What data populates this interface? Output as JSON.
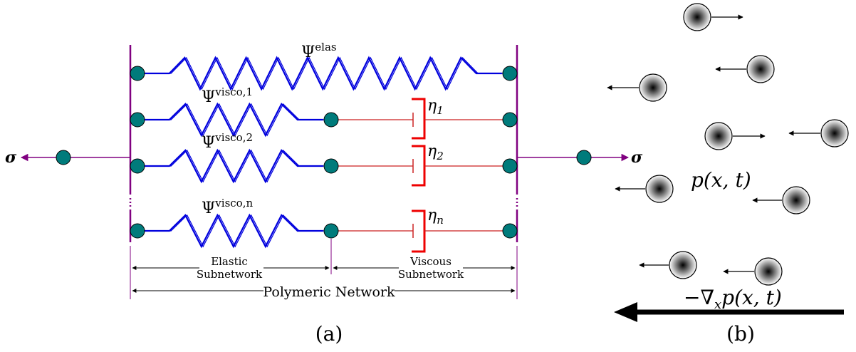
{
  "panel_a": {
    "caption": "(a)",
    "sigma_left": "σ",
    "sigma_right": "σ",
    "springs": {
      "elas": "Ψ",
      "elas_sup": "elas",
      "visco1": "Ψ",
      "visco1_sup": "visco,1",
      "visco2": "Ψ",
      "visco2_sup": "visco,2",
      "viscon": "Ψ",
      "viscon_sup": "visco,n"
    },
    "dampers": {
      "eta": "η",
      "eta1_sub": "1",
      "eta2_sub": "2",
      "etan_sub": "n"
    },
    "dimensions": {
      "elastic_line1": "Elastic",
      "elastic_line2": "Subnetwork",
      "viscous_line1": "Viscous",
      "viscous_line2": "Subnetwork",
      "polymeric": "Polymeric Network"
    },
    "colors": {
      "spring": "#0000dd",
      "damper": "#ee0000",
      "dashpot_line": "#cc2222",
      "bar": "#800080",
      "node": "#007b7b"
    }
  },
  "panel_b": {
    "caption": "(b)",
    "pressure_label": "p(x, t)",
    "gradient_label": "−∇",
    "gradient_sub": "x",
    "gradient_tail": "p(x, t)",
    "colors": {
      "particle_center": "#000000",
      "particle_edge": "#ffffff",
      "arrow": "#000000"
    }
  }
}
